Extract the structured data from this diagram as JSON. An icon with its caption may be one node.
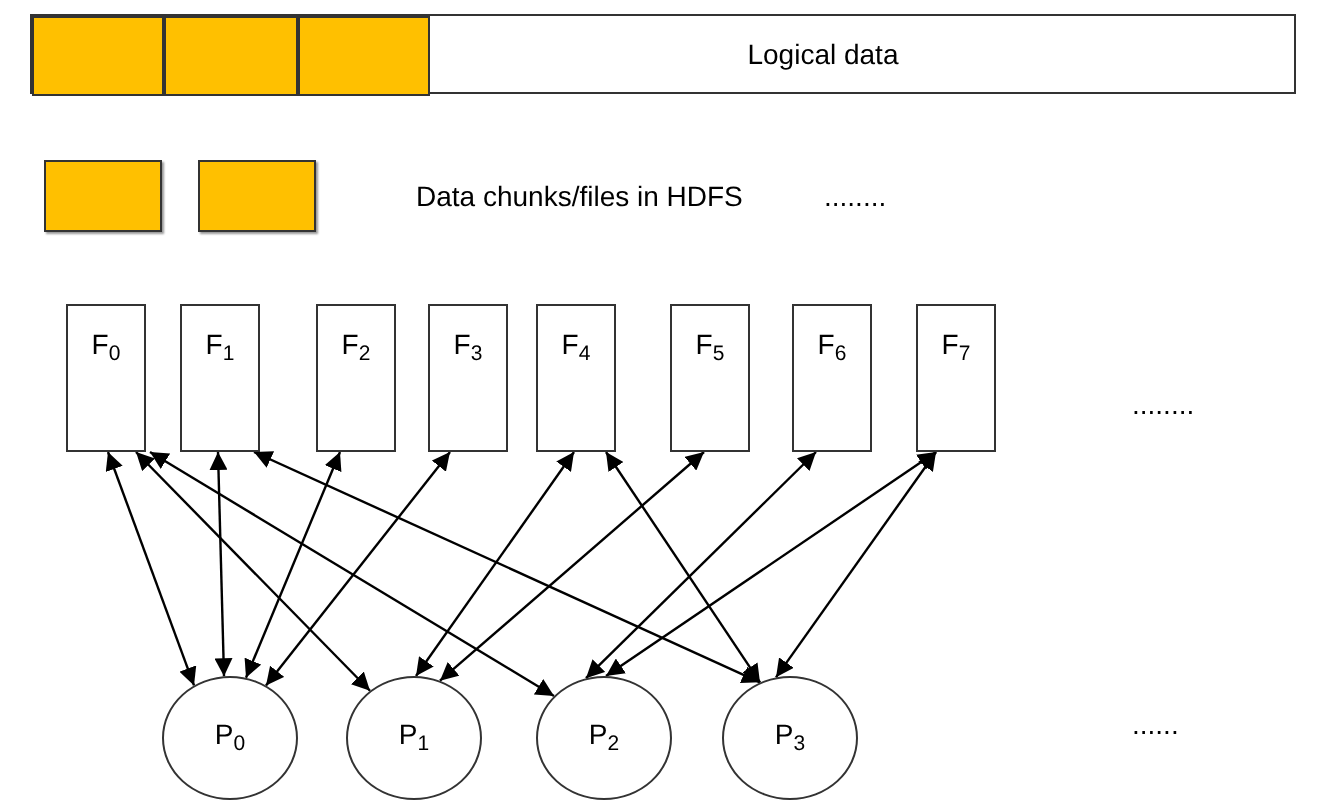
{
  "diagram": {
    "nodes": [
      {
        "text": [
          "Logical data"
        ]
      },
      {
        "text": [],
        "shape": "box",
        "in": 0
      },
      {
        "text": [],
        "shape": "box",
        "in": 0
      },
      {
        "text": [],
        "shape": "box",
        "in": 0
      },
      {
        "text": [],
        "shape": "box"
      },
      {
        "text": [],
        "shape": "box"
      },
      {
        "text": [
          "F$_{0}$"
        ]
      },
      {
        "text": [
          "F$_{1}$"
        ]
      },
      {
        "text": [
          "F$_{2}$"
        ]
      },
      {
        "text": [
          "F$_{3}$"
        ]
      },
      {
        "text": [
          "F$_{4}$"
        ]
      },
      {
        "text": [
          "F$_{5}$"
        ]
      },
      {
        "text": [
          "F$_{6}$"
        ]
      },
      {
        "text": [
          "F$_{7}$"
        ]
      },
      {
        "text": [
          "P$_{0}$"
        ]
      },
      {
        "text": [
          "P$_{1}$"
        ]
      },
      {
        "text": [
          "P$_{2}$"
        ]
      },
      {
        "text": [
          "P$_{3}$"
        ]
      }
    ],
    "edges": [
      {
        "from": 6,
        "to": 14,
        "arrow": "both"
      },
      {
        "from": 6,
        "to": 15,
        "arrow": "both"
      },
      {
        "from": 6,
        "to": 16,
        "arrow": "both"
      },
      {
        "from": 7,
        "to": 14,
        "arrow": "both"
      },
      {
        "from": 7,
        "to": 17,
        "arrow": "both"
      },
      {
        "from": 8,
        "to": 14,
        "arrow": "both"
      },
      {
        "from": 9,
        "to": 14,
        "arrow": "both"
      },
      {
        "from": 10,
        "to": 15,
        "arrow": "both"
      },
      {
        "from": 10,
        "to": 17,
        "arrow": "both"
      },
      {
        "from": 11,
        "to": 15,
        "arrow": "both"
      },
      {
        "from": 12,
        "to": 16,
        "arrow": "both"
      },
      {
        "from": 13,
        "to": 16,
        "arrow": "both"
      },
      {
        "from": 13,
        "to": 17,
        "arrow": "both"
      }
    ],
    "labels": [
      "Data chunks/files in HDFS",
      "........",
      "........",
      "......"
    ]
  }
}
